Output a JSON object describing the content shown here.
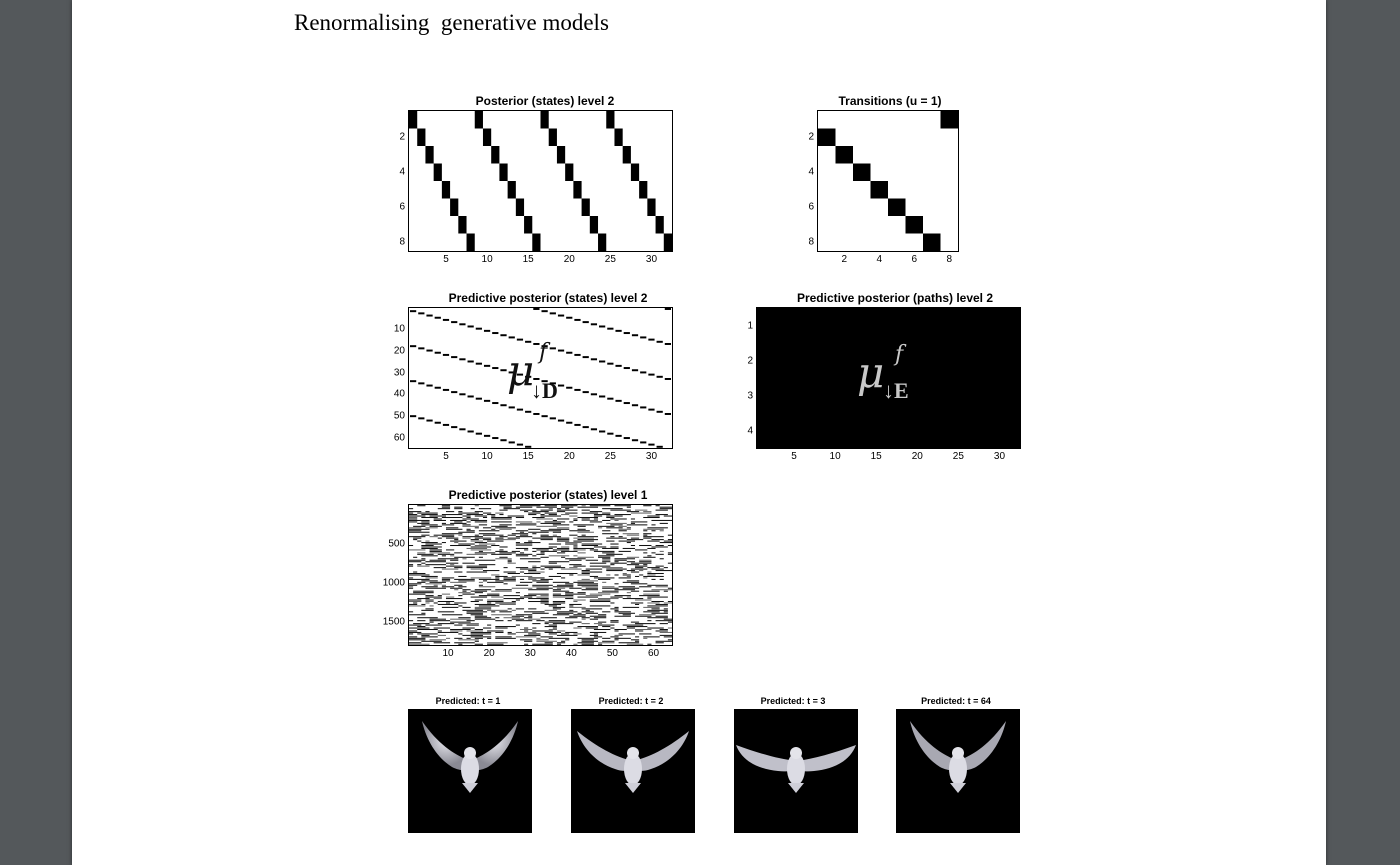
{
  "document": {
    "title": "Renormalising  generative models"
  },
  "panels": {
    "posterior_l2": {
      "title": "Posterior (states) level 2",
      "yticks": [
        "2",
        "4",
        "6",
        "8"
      ],
      "xticks": [
        "5",
        "10",
        "15",
        "20",
        "25",
        "30"
      ]
    },
    "transitions": {
      "title": "Transitions (u = 1)",
      "yticks": [
        "2",
        "4",
        "6",
        "8"
      ],
      "xticks": [
        "2",
        "4",
        "6",
        "8"
      ]
    },
    "pred_states_l2": {
      "title": "Predictive posterior (states) level 2",
      "yticks": [
        "10",
        "20",
        "30",
        "40",
        "50",
        "60"
      ],
      "xticks": [
        "5",
        "10",
        "15",
        "20",
        "25",
        "30"
      ],
      "overlay": {
        "symbol": "μ",
        "sup": "f",
        "arrow": "↓",
        "sub": "D"
      }
    },
    "pred_paths_l2": {
      "title": "Predictive posterior (paths) level 2",
      "yticks": [
        "1",
        "2",
        "3",
        "4"
      ],
      "xticks": [
        "5",
        "10",
        "15",
        "20",
        "25",
        "30"
      ],
      "overlay": {
        "symbol": "μ",
        "sup": "f",
        "arrow": "↓",
        "sub": "E"
      }
    },
    "pred_states_l1": {
      "title": "Predictive posterior (states) level 1",
      "yticks": [
        "500",
        "1000",
        "1500"
      ],
      "xticks": [
        "10",
        "20",
        "30",
        "40",
        "50",
        "60"
      ]
    }
  },
  "predictions": [
    {
      "label": "Predicted: t = 1"
    },
    {
      "label": "Predicted: t = 2"
    },
    {
      "label": "Predicted: t = 3"
    },
    {
      "label": "Predicted: t = 64"
    }
  ],
  "colors": {
    "ink": "#000000",
    "overlay_light": "#c8c8c8",
    "overlay_dark": "#111111",
    "frame": "#54585b"
  }
}
